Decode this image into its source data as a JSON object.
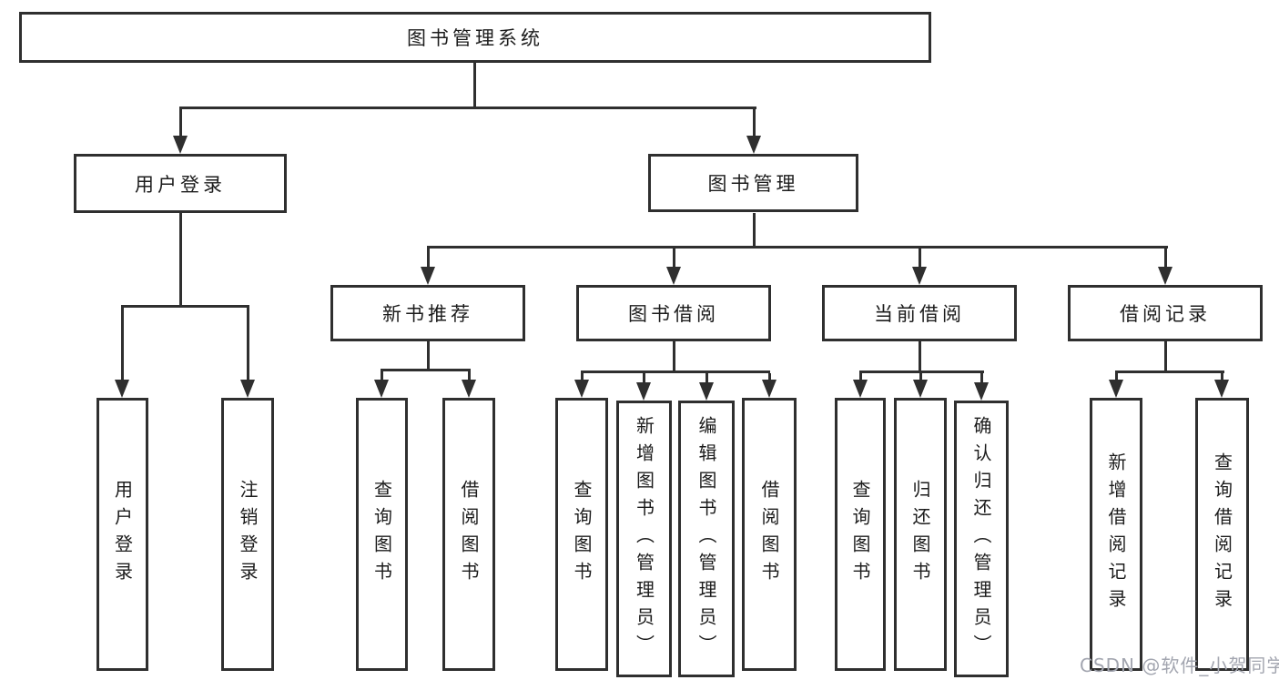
{
  "colors": {
    "line": "#2f2f2f",
    "box-border": "#2f2f2f",
    "box-bg": "#ffffff",
    "text": "#1c1c1c",
    "watermark": "#a3a6b0"
  },
  "tree": {
    "root": "图书管理系统",
    "branches": {
      "user_login": "用户登录",
      "book_mgmt": "图书管理"
    },
    "modules": {
      "new_rec": "新书推荐",
      "borrowing": "图书借阅",
      "current": "当前借阅",
      "records": "借阅记录"
    },
    "leaves": {
      "user_login": "用户登录",
      "logout": "注销登录",
      "rec_query": "查询图书",
      "rec_borrow": "借阅图书",
      "bor_query": "查询图书",
      "bor_add": "新增图书（管理员）",
      "bor_edit": "编辑图书（管理员）",
      "bor_borrow": "借阅图书",
      "cur_query": "查询图书",
      "cur_return": "归还图书",
      "cur_confirm": "确认归还（管理员）",
      "rec_add_record": "新增借阅记录",
      "rec_query_record": "查询借阅记录"
    }
  },
  "watermark": "CSDN @软件_小贺同学"
}
